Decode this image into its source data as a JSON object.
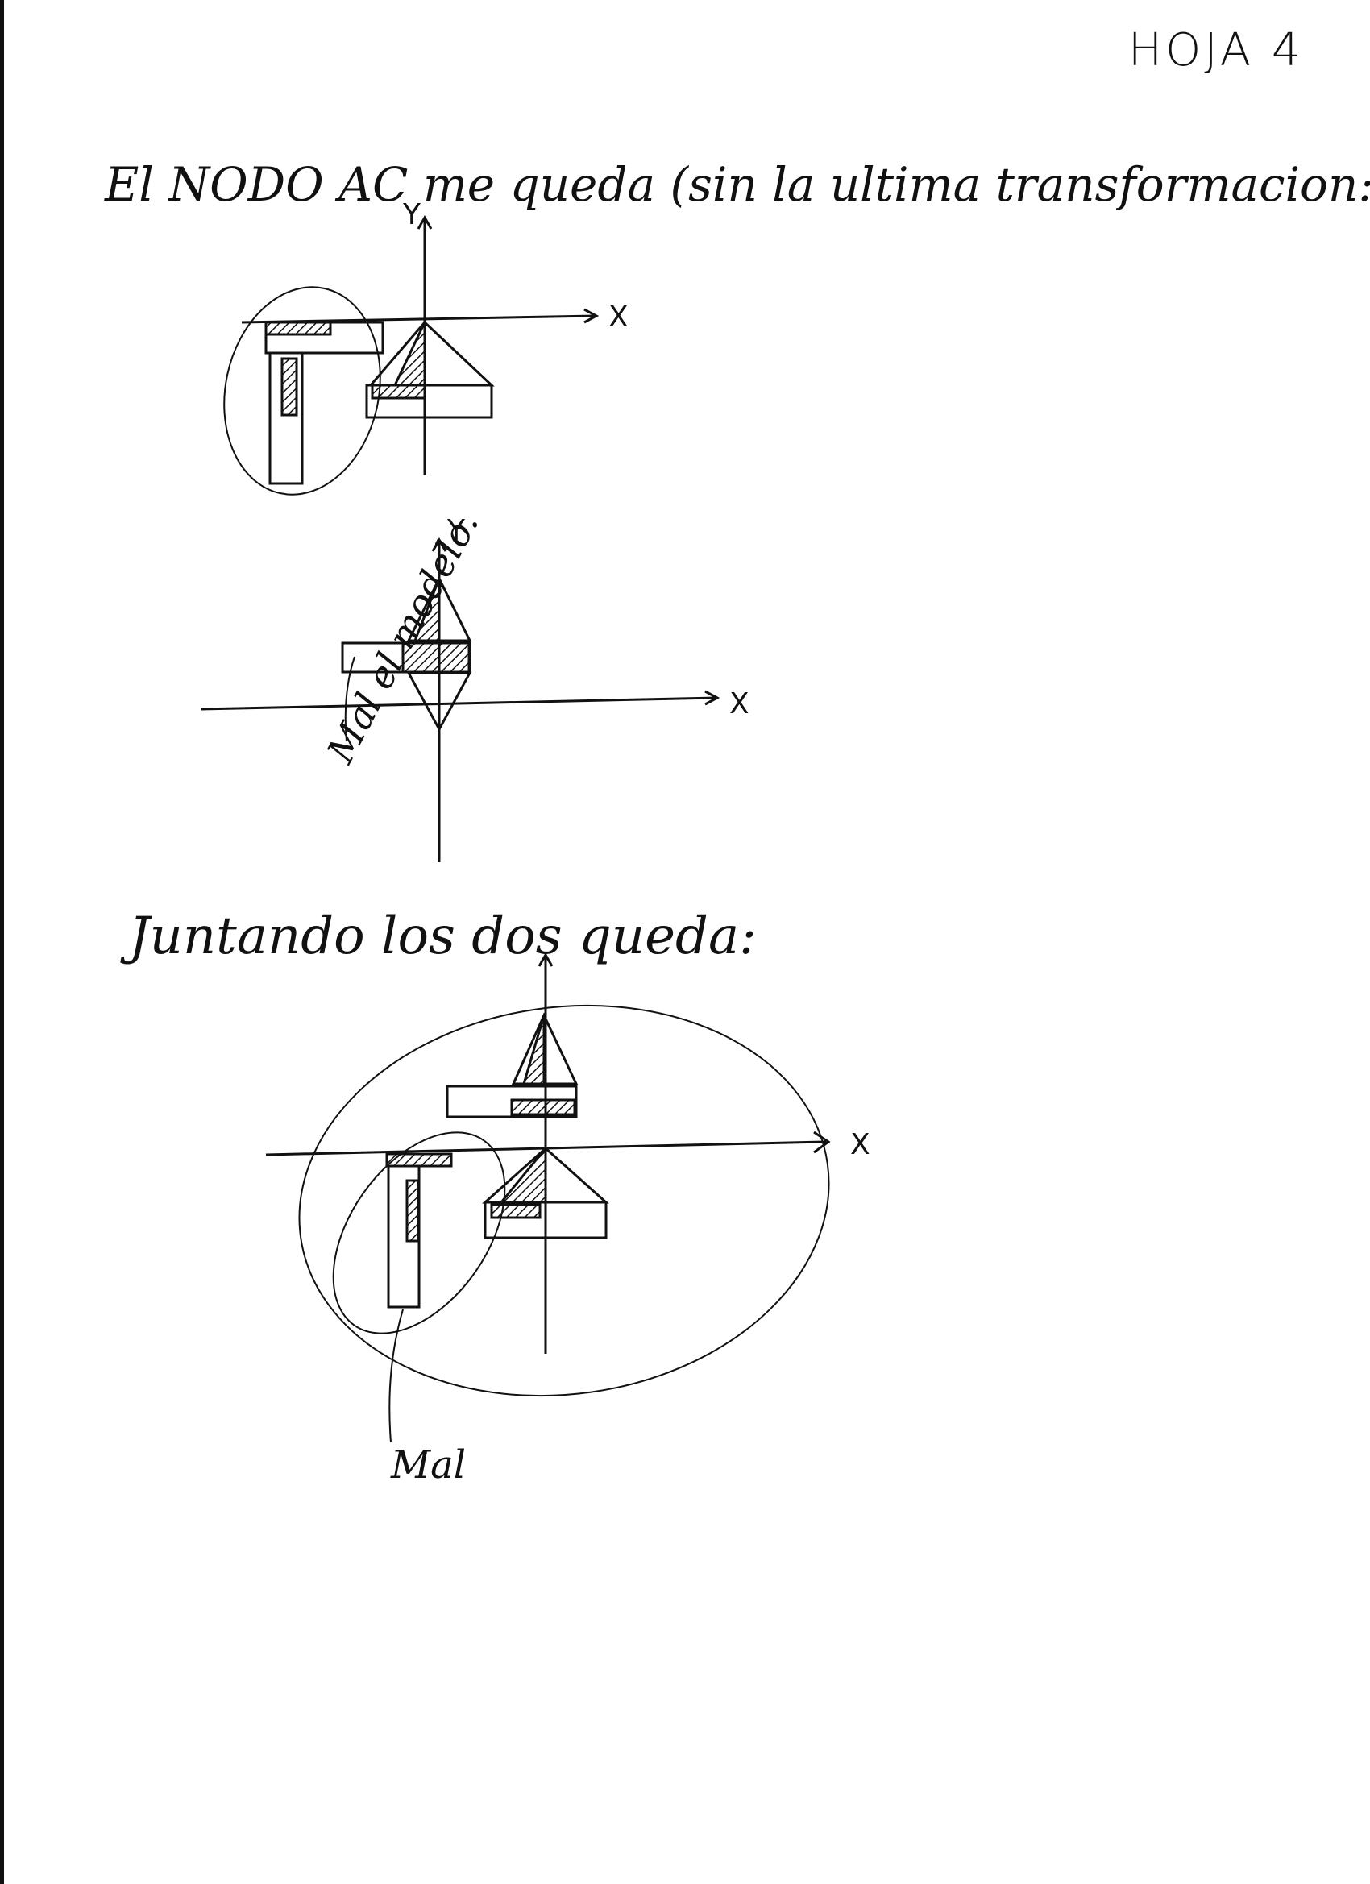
{
  "page": {
    "sheet_label": "HOJA 4",
    "heading": "El NODO AC me queda (sin la ultima transformacion:",
    "caption_joined": "Juntando los dos queda:",
    "note_mal_1": "Mal el modelo.",
    "note_mal_2": "Mal"
  },
  "axes": {
    "x": "X",
    "y": "Y"
  },
  "colors": {
    "ink": "#111111",
    "paper": "#ffffff"
  }
}
